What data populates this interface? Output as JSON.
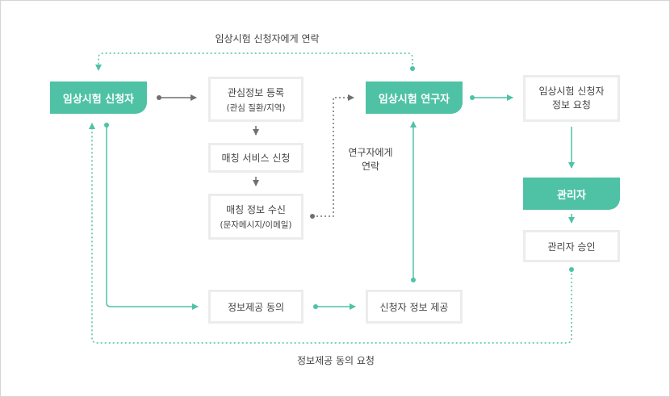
{
  "nodes": {
    "applicant": "임상시험 신청자",
    "register_interest": "관심정보 등록",
    "register_interest_sub": "(관심 질환/지역)",
    "matching_service": "매칭 서비스 신청",
    "matching_info": "매칭 정보 수신",
    "matching_info_sub": "(문자메시지/이메일)",
    "researcher": "임상시험 연구자",
    "request_applicant_info": "임상시험 신청자\n정보 요청",
    "admin": "관리자",
    "admin_approval": "관리자 승인",
    "consent": "정보제공 동의",
    "provide_info": "신청자 정보 제공"
  },
  "edge_labels": {
    "contact_applicant": "임상시험 신청자에게 연락",
    "contact_researcher": "연구자에게\n연락",
    "consent_request": "정보제공 동의 요청"
  },
  "colors": {
    "accent": "#4fc2a6",
    "gray_arrow": "#707070",
    "box_border": "#ececec"
  }
}
